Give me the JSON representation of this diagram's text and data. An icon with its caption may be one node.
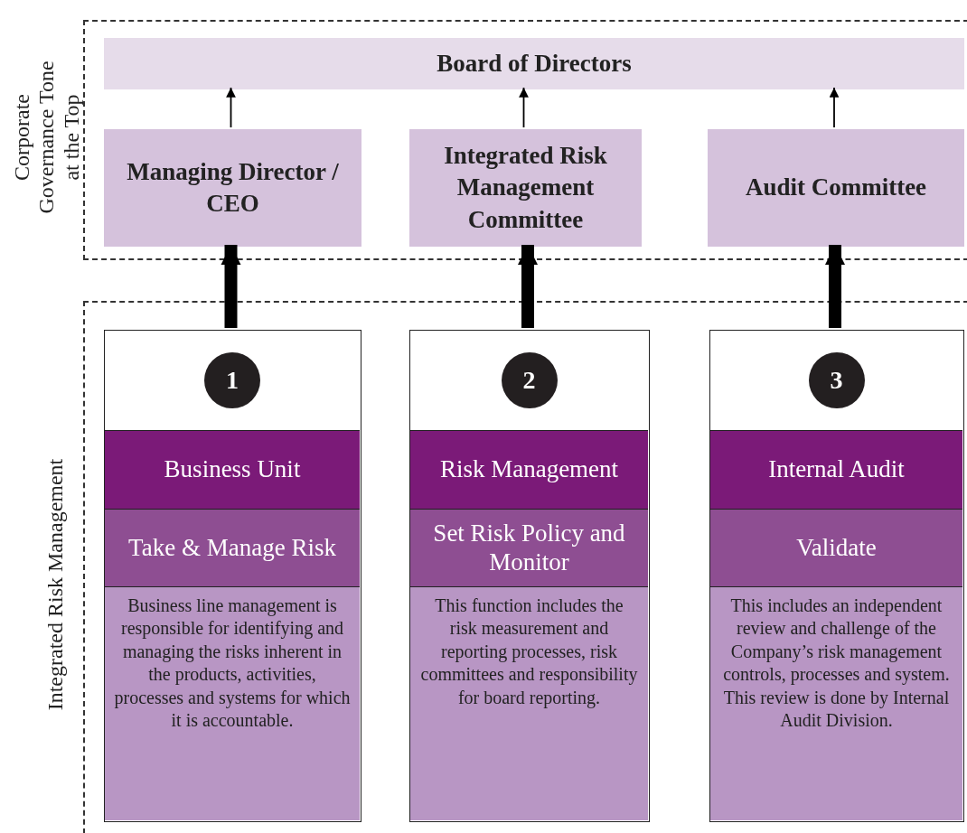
{
  "diagram": {
    "nodes": [
      {
        "text": [
          "Corporate Governance Tone at the Top"
        ]
      },
      {
        "text": [
          "Board of Directors"
        ],
        "in": 0
      },
      {
        "text": [
          "Managing Director / CEO"
        ],
        "in": 0
      },
      {
        "text": [
          "Integrated Risk Management Committee"
        ],
        "in": 0
      },
      {
        "text": [
          "Audit Committee"
        ],
        "in": 0
      },
      {
        "text": [
          "Integrated Risk Management"
        ]
      },
      {
        "text": [
          "1",
          "Business Unit",
          "Take & Manage Risk",
          "Business line management is responsible for identifying and managing the risks inherent in the products, activities, processes and systems for which it is accountable."
        ],
        "in": 5
      },
      {
        "text": [
          "2",
          "Risk Management",
          "Set Risk Policy and Monitor",
          "This function includes the risk measurement and reporting processes, risk committees and responsibility for board reporting."
        ],
        "in": 5
      },
      {
        "text": [
          "3",
          "Internal Audit",
          "Validate",
          "This includes an independent review and challenge of the Company’s risk management controls, processes and system. This review is done by Internal Audit Division."
        ],
        "in": 5
      }
    ],
    "edges": [
      {
        "from": 2,
        "to": 1,
        "arrow": "to"
      },
      {
        "from": 3,
        "to": 1,
        "arrow": "to"
      },
      {
        "from": 4,
        "to": 1,
        "arrow": "to"
      },
      {
        "from": 6,
        "to": 2,
        "arrow": "to",
        "style": "thick"
      },
      {
        "from": 7,
        "to": 3,
        "arrow": "to",
        "style": "thick"
      },
      {
        "from": 8,
        "to": 4,
        "arrow": "to",
        "style": "thick"
      }
    ]
  }
}
